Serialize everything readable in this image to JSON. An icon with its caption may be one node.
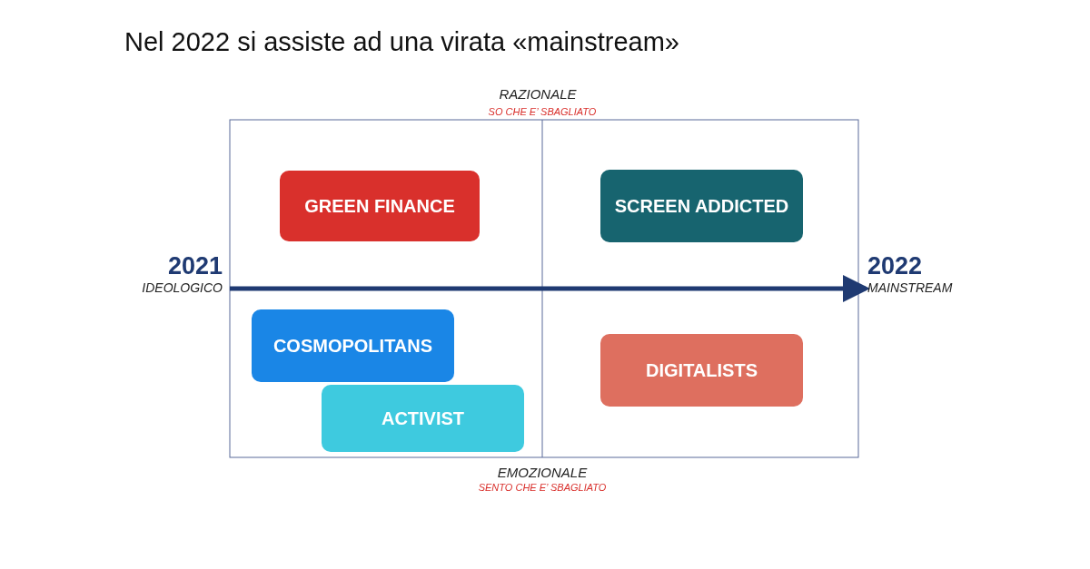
{
  "diagram": {
    "title": "Nel 2022 si assiste ad una virata «mainstream»",
    "nodes": [
      {
        "text": [
          "GREEN FINANCE"
        ]
      },
      {
        "text": [
          "SCREEN ADDICTED"
        ]
      },
      {
        "text": [
          "COSMOPOLITANS"
        ]
      },
      {
        "text": [
          "ACTIVIST"
        ]
      },
      {
        "text": [
          "DIGITALISTS"
        ]
      },
      {
        "text": [
          "2021",
          "IDEOLOGICO"
        ]
      },
      {
        "text": [
          "2022",
          "MAINSTREAM"
        ]
      }
    ],
    "edges": [
      {
        "from": 5,
        "to": 6,
        "arrow": "to"
      }
    ],
    "labels": [
      "RAZIONALE",
      "SO CHE E’ SBAGLIATO",
      "EMOZIONALE",
      "SENTO CHE E’ SBAGLIATO"
    ]
  }
}
